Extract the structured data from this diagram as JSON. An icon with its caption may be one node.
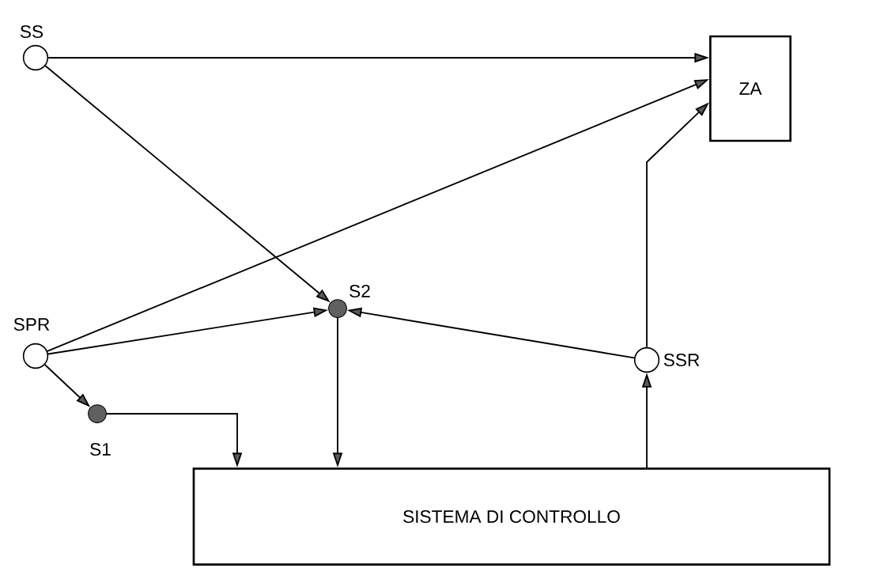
{
  "diagram": {
    "nodes": [
      {
        "text": [],
        "shape": "circle",
        "beside": [
          "SS"
        ]
      },
      {
        "text": [
          "ZA"
        ]
      },
      {
        "text": [],
        "shape": "dot",
        "beside": [
          "S2"
        ]
      },
      {
        "text": [],
        "shape": "circle",
        "beside": [
          "SPR"
        ]
      },
      {
        "text": [],
        "shape": "circle",
        "beside": [
          "SSR"
        ]
      },
      {
        "text": [],
        "shape": "dot",
        "beside": [
          "S1"
        ]
      },
      {
        "text": [
          "SISTEMA DI CONTROLLO"
        ]
      }
    ],
    "edges": [
      {
        "from": 0,
        "to": 1,
        "arrow": "to"
      },
      {
        "from": 0,
        "to": 2,
        "arrow": "to"
      },
      {
        "from": 3,
        "to": 1,
        "arrow": "to"
      },
      {
        "from": 3,
        "to": 2,
        "arrow": "to"
      },
      {
        "from": 3,
        "to": 5,
        "arrow": "to"
      },
      {
        "from": 4,
        "to": 2,
        "arrow": "to"
      },
      {
        "from": 4,
        "to": 1,
        "arrow": "to"
      },
      {
        "from": 5,
        "to": 6,
        "arrow": "to"
      },
      {
        "from": 2,
        "to": 6,
        "arrow": "to"
      },
      {
        "from": 6,
        "to": 4,
        "arrow": "to"
      }
    ]
  }
}
